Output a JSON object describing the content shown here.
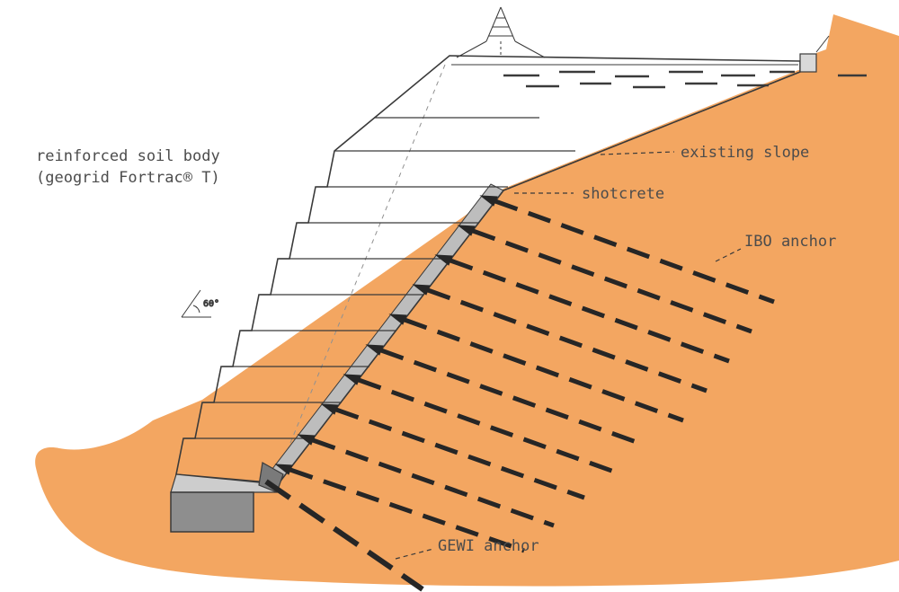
{
  "figure": {
    "caption_lines": {
      "line1": "reinforced soil body",
      "line2": "(geogrid Fortrac® T)"
    },
    "labels": {
      "existing_slope": "existing slope",
      "shotcrete": "shotcrete",
      "ibo_anchor": "IBO anchor",
      "gewi_anchor": "GEWI anchor",
      "slope_angle": "60°"
    },
    "colors": {
      "ground": "#f3a661",
      "soil_body": "#cdcdcd",
      "shotcrete_band": "#bdbdbd",
      "facing_notch": "#d9d9d9",
      "foundation": "#8e8e8e",
      "anchor_head_block": "#7a7a7a",
      "line": "#3a3a3a",
      "anchor": "#262626",
      "faint": "#909090",
      "text": "#4c4c4c"
    }
  }
}
